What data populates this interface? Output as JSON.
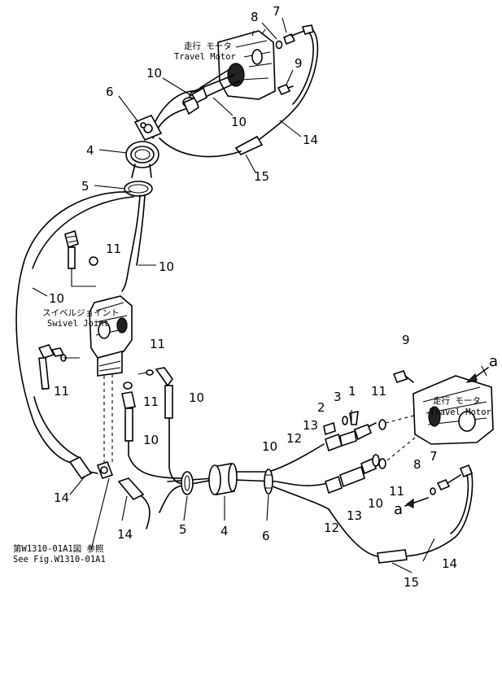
{
  "labels": {
    "travel_motor_top_jp": "走行 モータ",
    "travel_motor_top_en": "Travel Motor",
    "travel_motor_right_jp": "走行 モータ",
    "travel_motor_right_en": "Travel Motor",
    "swivel_joint_jp": "スイベルジョイント",
    "swivel_joint_en": "Swivel Joint",
    "see_fig_jp": "第W1310-01A1図 参照",
    "see_fig_en": "See Fig.W1310-01A1",
    "ref_a_top": "a",
    "ref_a_bottom": "a"
  },
  "callouts": {
    "c7_top": "7",
    "c8_top": "8",
    "c9_top": "9",
    "c10_a": "10",
    "c10_b": "10",
    "c6_top": "6",
    "c4_top": "4",
    "c5_top": "5",
    "c14_top": "14",
    "c15_top": "15",
    "c11_a": "11",
    "c10_c": "10",
    "c10_d": "10",
    "c11_b": "11",
    "c11_c": "11",
    "c11_d": "11",
    "c10_e": "10",
    "c10_f": "10",
    "c9_right": "9",
    "c3": "3",
    "c1": "1",
    "c2": "2",
    "c11_e": "11",
    "c13_a": "13",
    "c12_a": "12",
    "c10_g": "10",
    "c14_l1": "14",
    "c14_l2": "14",
    "c5_bot": "5",
    "c4_bot": "4",
    "c6_bot": "6",
    "c12_b": "12",
    "c13_b": "13",
    "c10_h": "10",
    "c11_f": "11",
    "c8_bot": "8",
    "c7_bot": "7",
    "c14_bot": "14",
    "c15_bot": "15"
  }
}
